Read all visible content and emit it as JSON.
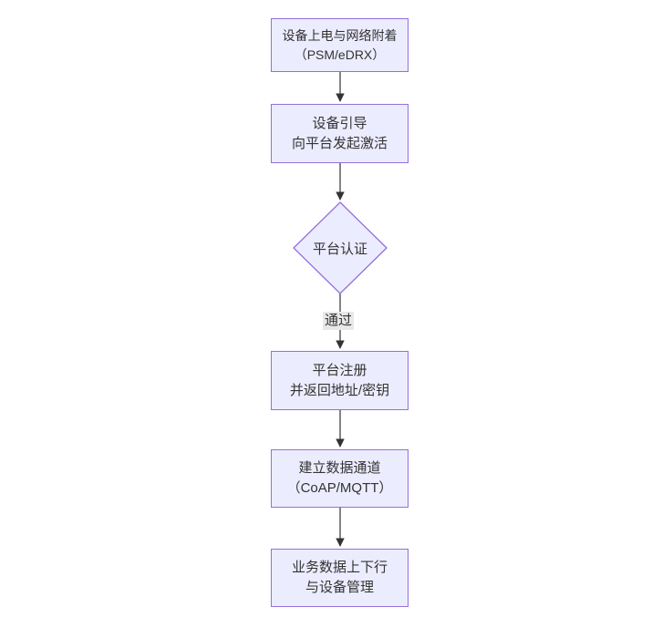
{
  "diagram": {
    "type": "flowchart-top-down",
    "theme": {
      "node_fill": "#ECECFF",
      "node_border": "#9370DB",
      "text_color": "#333333",
      "arrow_color": "#333333",
      "edge_label_bg": "#e8e8e8",
      "canvas_bg": "#ffffff"
    },
    "nodes": [
      {
        "id": "power-attach",
        "shape": "rect",
        "line1": "设备上电与网络附着",
        "line2": "（PSM/eDRX）"
      },
      {
        "id": "bootstrap",
        "shape": "rect",
        "line1": "设备引导",
        "line2": "向平台发起激活"
      },
      {
        "id": "auth-decision",
        "shape": "diamond",
        "line1": "平台认证",
        "line2": ""
      },
      {
        "id": "register",
        "shape": "rect",
        "line1": "平台注册",
        "line2": "并返回地址/密钥"
      },
      {
        "id": "data-channel",
        "shape": "rect",
        "line1": "建立数据通道",
        "line2": "（CoAP/MQTT）"
      },
      {
        "id": "business-data",
        "shape": "rect",
        "line1": "业务数据上下行",
        "line2": "与设备管理"
      }
    ],
    "edges": [
      {
        "from": "power-attach",
        "to": "bootstrap",
        "label": ""
      },
      {
        "from": "bootstrap",
        "to": "auth-decision",
        "label": ""
      },
      {
        "from": "auth-decision",
        "to": "register",
        "label": "通过"
      },
      {
        "from": "register",
        "to": "data-channel",
        "label": ""
      },
      {
        "from": "data-channel",
        "to": "business-data",
        "label": ""
      }
    ]
  }
}
